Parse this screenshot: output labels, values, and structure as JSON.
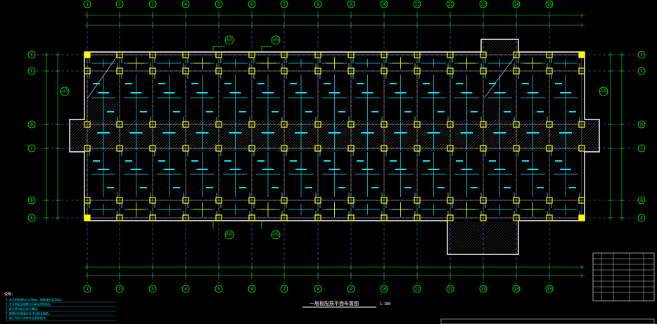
{
  "drawing": {
    "axes_x": [
      "1",
      "2",
      "3",
      "4",
      "5",
      "6",
      "7",
      "8",
      "9",
      "10",
      "11",
      "12",
      "13",
      "14",
      "15"
    ],
    "axes_y": [
      "F",
      "E",
      "D",
      "C",
      "B",
      "A"
    ],
    "title": "一层板配筋平面布置图",
    "scale": "1:100",
    "notes_title": "说明：",
    "notes": [
      "1.未注明板厚均为120mm，钢筋保护层15mm。",
      "2.未注明板底钢筋均为Φ8@200双向。",
      "3.板负筋长度自梁边算起。",
      "4.楼梯间及管道井处详见相关图纸。",
      "5.施工时应与其他专业图纸配合。"
    ],
    "callouts": [
      "1/A",
      "1/D",
      "1/A",
      "1/D",
      "1/A",
      "1/D"
    ]
  },
  "colors": {
    "axis": "#00ff00",
    "dim": "#00ff00",
    "grid_line": "#5599ff",
    "rebar": "#00e5ff",
    "slab": "#aaaaaa",
    "column": "#ffff00",
    "wall": "#ffffff"
  }
}
